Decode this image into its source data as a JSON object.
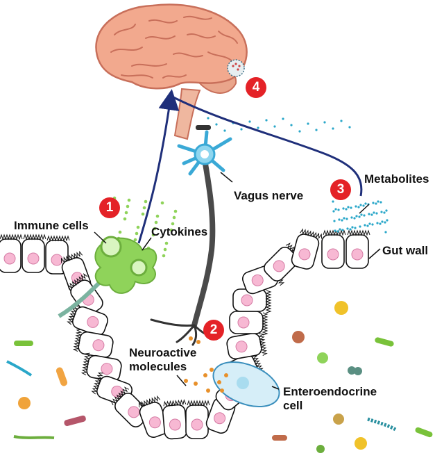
{
  "labels": {
    "immune_cells": "Immune cells",
    "cytokines": "Cytokines",
    "vagus_nerve": "Vagus nerve",
    "metabolites": "Metabolites",
    "gut_wall": "Gut wall",
    "neuroactive_line1": "Neuroactive",
    "neuroactive_line2": "molecules",
    "enteroendocrine_line1": "Enteroendocrine",
    "enteroendocrine_line2": "cell"
  },
  "badges": [
    "1",
    "2",
    "3",
    "4"
  ],
  "colors": {
    "brain": "#f2a98e",
    "brain_outline": "#c86f5a",
    "pathway_arrow": "#1f2f7a",
    "nerve": "#4a4a4a",
    "immune_cell": "#8fd35a",
    "metabolite_dots": "#2aa7c9",
    "neuroactive_dots": "#e8902a",
    "gut_cell": "#ffffff",
    "nucleus": "#f7b8d3",
    "badge": "#e42227"
  }
}
